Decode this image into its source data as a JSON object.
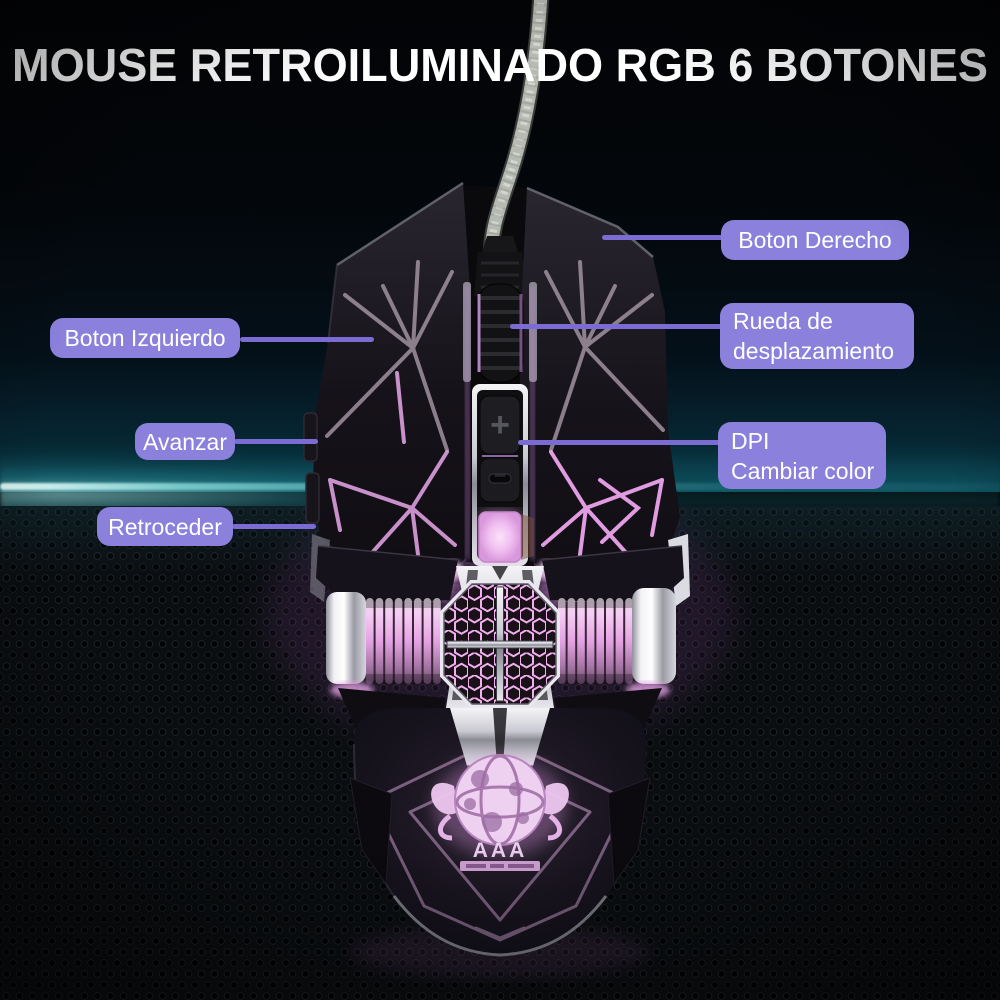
{
  "title": "MOUSE RETROILUMINADO RGB 6 BOTONES",
  "callouts": {
    "boton_derecho": {
      "label": "Boton Derecho"
    },
    "rueda": {
      "line1": "Rueda de",
      "line2": "desplazamiento"
    },
    "dpi": {
      "line1": "DPI",
      "line2": "Cambiar color"
    },
    "boton_izquierdo": {
      "label": "Boton Izquierdo"
    },
    "avanzar": {
      "label": "Avanzar"
    },
    "retroceder": {
      "label": "Retroceder"
    }
  },
  "mouse": {
    "logo_text": "AAA",
    "plus_button_glyph": "+",
    "minus_button_glyph": "−"
  },
  "colors": {
    "badge_bg": "#8b80dc",
    "callout_line": "#7b6cd4",
    "title_color": "#ffffff",
    "rgb_glow_pink": "#e9aae9",
    "teal_streak": "#35c8cf",
    "background": "#020305"
  }
}
